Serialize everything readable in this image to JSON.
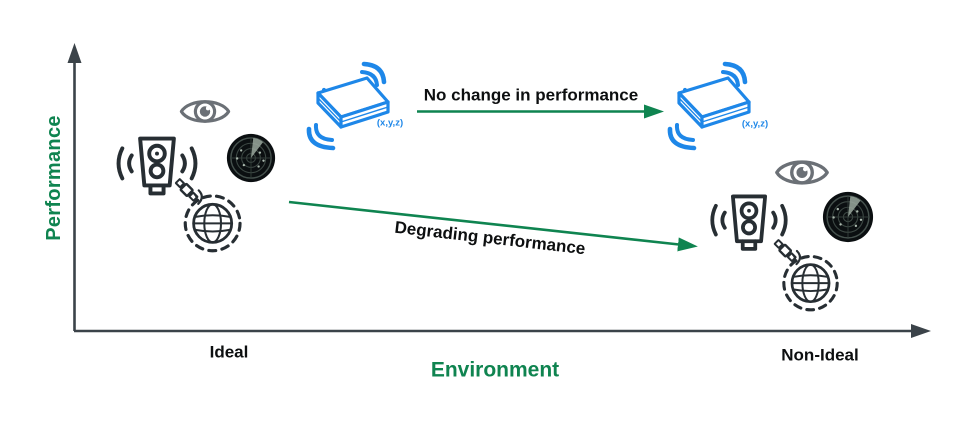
{
  "axes": {
    "y_label": "Performance",
    "x_label": "Environment",
    "x_min_label": "Ideal",
    "x_max_label": "Non-Ideal"
  },
  "arrows": [
    {
      "id": "no-change",
      "label": "No change in performance"
    },
    {
      "id": "degrading",
      "label": "Degrading performance"
    }
  ],
  "imu_left": {
    "coords": "(x,y,z)"
  },
  "imu_right": {
    "coords": "(x,y,z)"
  },
  "icons": {
    "sensor_cluster": [
      "eye-vision-sensor",
      "ultrasonic-emitter",
      "radar-display",
      "gnss-satellite-globe"
    ],
    "imu": "imu-chip-vibrating"
  },
  "colors": {
    "green": "#0F8450",
    "axis": "#3B4349",
    "blue": "#1E87E8",
    "ink": "#0D0F10",
    "icon_gray": "#6B7076",
    "icon_dark": "#272E33"
  }
}
